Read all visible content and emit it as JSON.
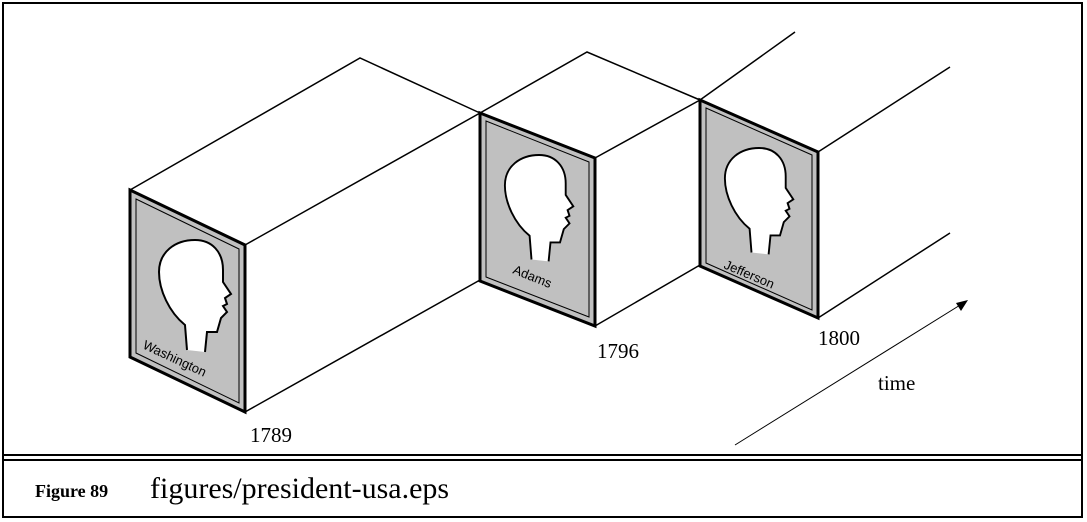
{
  "figure": {
    "label": "Figure 89",
    "file": "figures/president-usa.eps"
  },
  "diagram": {
    "presidents": [
      {
        "name": "Washington",
        "year": "1789"
      },
      {
        "name": "Adams",
        "year": "1796"
      },
      {
        "name": "Jefferson",
        "year": "1800"
      }
    ],
    "axis_label": "time"
  },
  "colors": {
    "panel_fill": "#c0c0c0",
    "line": "#000000",
    "background": "#ffffff"
  }
}
